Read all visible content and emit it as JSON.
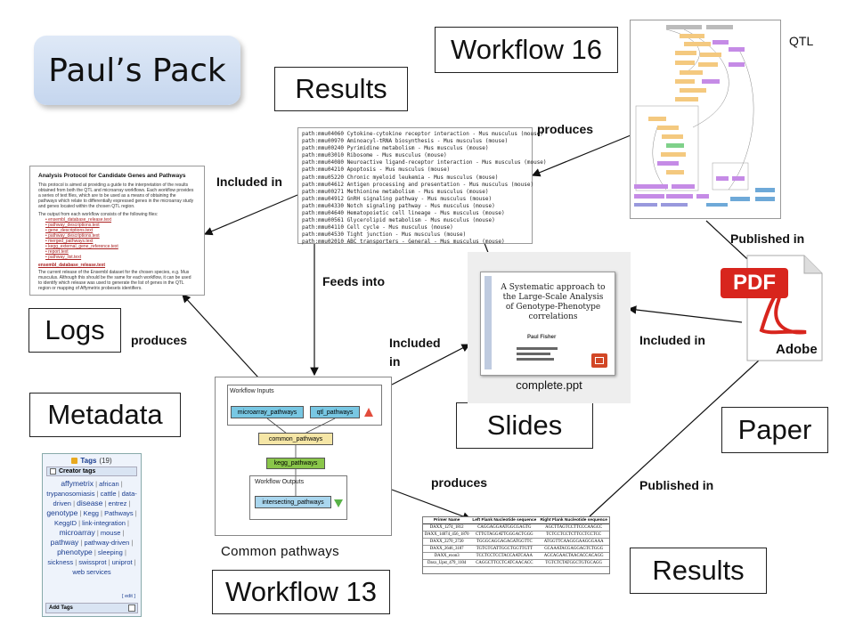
{
  "title": "Paul’s Pack",
  "labels": {
    "workflow16": "Workflow 16",
    "results_top": "Results",
    "logs": "Logs",
    "metadata": "Metadata",
    "slides": "Slides",
    "paper": "Paper",
    "results_bottom": "Results",
    "workflow13": "Workflow 13"
  },
  "captions": {
    "qtl": "QTL",
    "common_pathways": "Common pathways"
  },
  "edges": {
    "produces_1": "produces",
    "included_in_1": "Included in",
    "feeds_into": "Feeds into",
    "included_in_2": "Included in",
    "published_in_1": "Published in",
    "produces_2": "produces",
    "included_in_3": "Included in",
    "included_in_4": "Included in",
    "produces_3": "produces",
    "published_in_2": "Published in"
  },
  "results_list": [
    "path:mmu04060 Cytokine-cytokine receptor interaction - Mus musculus (mouse)",
    "path:mmu00970 Aminoacyl-tRNA biosynthesis - Mus musculus (mouse)",
    "path:mmu00240 Pyrimidine metabolism - Mus musculus (mouse)",
    "path:mmu03010 Ribosome - Mus musculus (mouse)",
    "path:mmu04080 Neuroactive ligand-receptor interaction - Mus musculus (mouse)",
    "path:mmu04210 Apoptosis - Mus musculus (mouse)",
    "path:mmu05220 Chronic myeloid leukemia - Mus musculus (mouse)",
    "path:mmu04612 Antigen processing and presentation - Mus musculus (mouse)",
    "path:mmu00271 Methionine metabolism - Mus musculus (mouse)",
    "path:mmu04912 GnRH signaling pathway - Mus musculus (mouse)",
    "path:mmu04330 Notch signaling pathway - Mus musculus (mouse)",
    "path:mmu04640 Hematopoietic cell lineage - Mus musculus (mouse)",
    "path:mmu00561 Glycerolipid metabolism - Mus musculus (mouse)",
    "path:mmu04110 Cell cycle - Mus musculus (mouse)",
    "path:mmu04530 Tight junction - Mus musculus (mouse)",
    "path:mmu02010 ABC transporters - General - Mus musculus (mouse)"
  ],
  "log_doc": {
    "heading": "Analysis Protocol for Candidate Genes and Pathways",
    "para1": "This protocol is aimed at providing a guide to the interpretation of the results obtained from both the QTL and microarray workflows. Each workflow provides a series of text files, which are to be used as a means of obtaining the pathways which relate to differentially expressed genes in the microarray study and genes located within the chosen QTL region.",
    "para2": "The output from each workflow consists of the following files:",
    "files": [
      "ensembl_database_release.text",
      "pathway_descriptions.text",
      "gene_descriptions.text",
      "pathway_descriptions.text",
      "merged_pathways.text",
      "kegg_external_gene_reference.text",
      "report.text",
      "pathway_list.text"
    ],
    "link": "ensembl_database_release.text",
    "para3": "The current release of the Ensembl dataset for the chosen species, e.g. Mus musculus. Although this should be the same for each workflow, it can be used to identify which release was used to generate the list of genes in the QTL region or mapping of Affymetrix probesets identifiers."
  },
  "workflow13": {
    "inputs_title": "Workflow Inputs",
    "inputs": [
      "microarray_pathways",
      "qtl_pathways"
    ],
    "node1": "common_pathways",
    "node2": "kegg_pathways",
    "outputs_title": "Workflow Outputs",
    "output": "intersecting_pathways"
  },
  "slide": {
    "title": "A Systematic approach to the Large-Scale Analysis of Genotype-Phenotype correlations",
    "author": "Paul Fisher",
    "filename": "complete.ppt"
  },
  "pdf": {
    "label": "PDF",
    "brand": "Adobe"
  },
  "tags_panel": {
    "header": "Tags",
    "count": "(19)",
    "creator": "Creator tags",
    "tags": [
      "affymetrix",
      "african",
      "trypanosomiasis",
      "cattle",
      "data-driven",
      "disease",
      "entrez",
      "genotype",
      "Kegg",
      "Pathways",
      "KeggID",
      "link-integration",
      "microarray",
      "mouse",
      "pathway",
      "pathway-driven",
      "phenotype",
      "sleeping",
      "sickness",
      "swissprot",
      "uniprot",
      "web services"
    ],
    "edit": "[ edit ]",
    "add": "Add Tags"
  },
  "primer_table": {
    "headers": [
      "Primer Name",
      "Left Flank Nucleotide sequence",
      "Right Flank Nucleotide sequence"
    ],
    "rows": [
      [
        "DAXX_1274_1812",
        "CAGGAGGAATGGCGAGTG",
        "AGCTTAGTCCTTCCCAAGCC"
      ],
      [
        "DAXX_14074_456_1870",
        "CTTGTAGGATTGGGACTGGG",
        "TCTCCTCCTCTTCCTCCTCC"
      ],
      [
        "DAXX_2270_2720",
        "TGGGCAGGAGAGATGGTTC",
        "ATGGTTCAAGGGAAGGGAAA"
      ],
      [
        "DAXX_2646_3187",
        "TGTGTGATTGGCTGGTTGTT",
        "GCAAATACGAGGAGTCTGGG"
      ],
      [
        "DAXX_exon3",
        "TCCTCCTCCTACCAATCAAA",
        "AGCAGAACTAACACCACAGG"
      ],
      [
        "Daxx_Upst_479_1104",
        "CAGGCTTCCTCATCAACACC",
        "TGTCTCTATGGCTGTGCAGG"
      ]
    ]
  },
  "colors": {
    "title_pill": "#cfdcf1",
    "pdf_red": "#d8251d",
    "wf_input": "#78c7e3",
    "wf_mid": "#f5e6a6",
    "wf_green": "#8ac64a",
    "wf_output": "#a9d6ee"
  }
}
